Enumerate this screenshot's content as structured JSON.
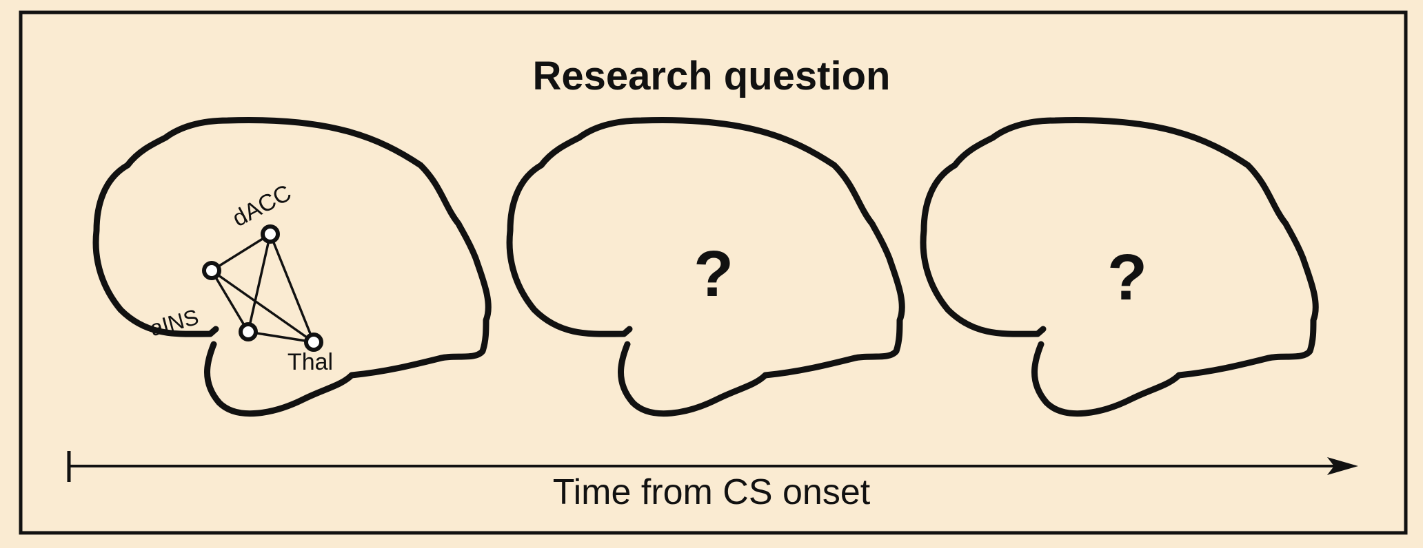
{
  "title": "Research question",
  "axis_label": "Time from CS onset",
  "colors": {
    "background": "#faebd2",
    "ink": "#111111",
    "node_fill": "#ffffff"
  },
  "brains": [
    {
      "panel": 1,
      "nodes": [
        {
          "id": "dACC",
          "label": "dACC"
        },
        {
          "id": "aINS",
          "label": "aINS"
        },
        {
          "id": "mid",
          "label": ""
        },
        {
          "id": "Thal",
          "label": "Thal"
        }
      ],
      "edges": [
        [
          "dACC",
          "aINS"
        ],
        [
          "dACC",
          "mid"
        ],
        [
          "dACC",
          "Thal"
        ],
        [
          "aINS",
          "mid"
        ],
        [
          "aINS",
          "Thal"
        ],
        [
          "mid",
          "Thal"
        ]
      ]
    },
    {
      "panel": 2,
      "marker": "?"
    },
    {
      "panel": 3,
      "marker": "?"
    }
  ]
}
